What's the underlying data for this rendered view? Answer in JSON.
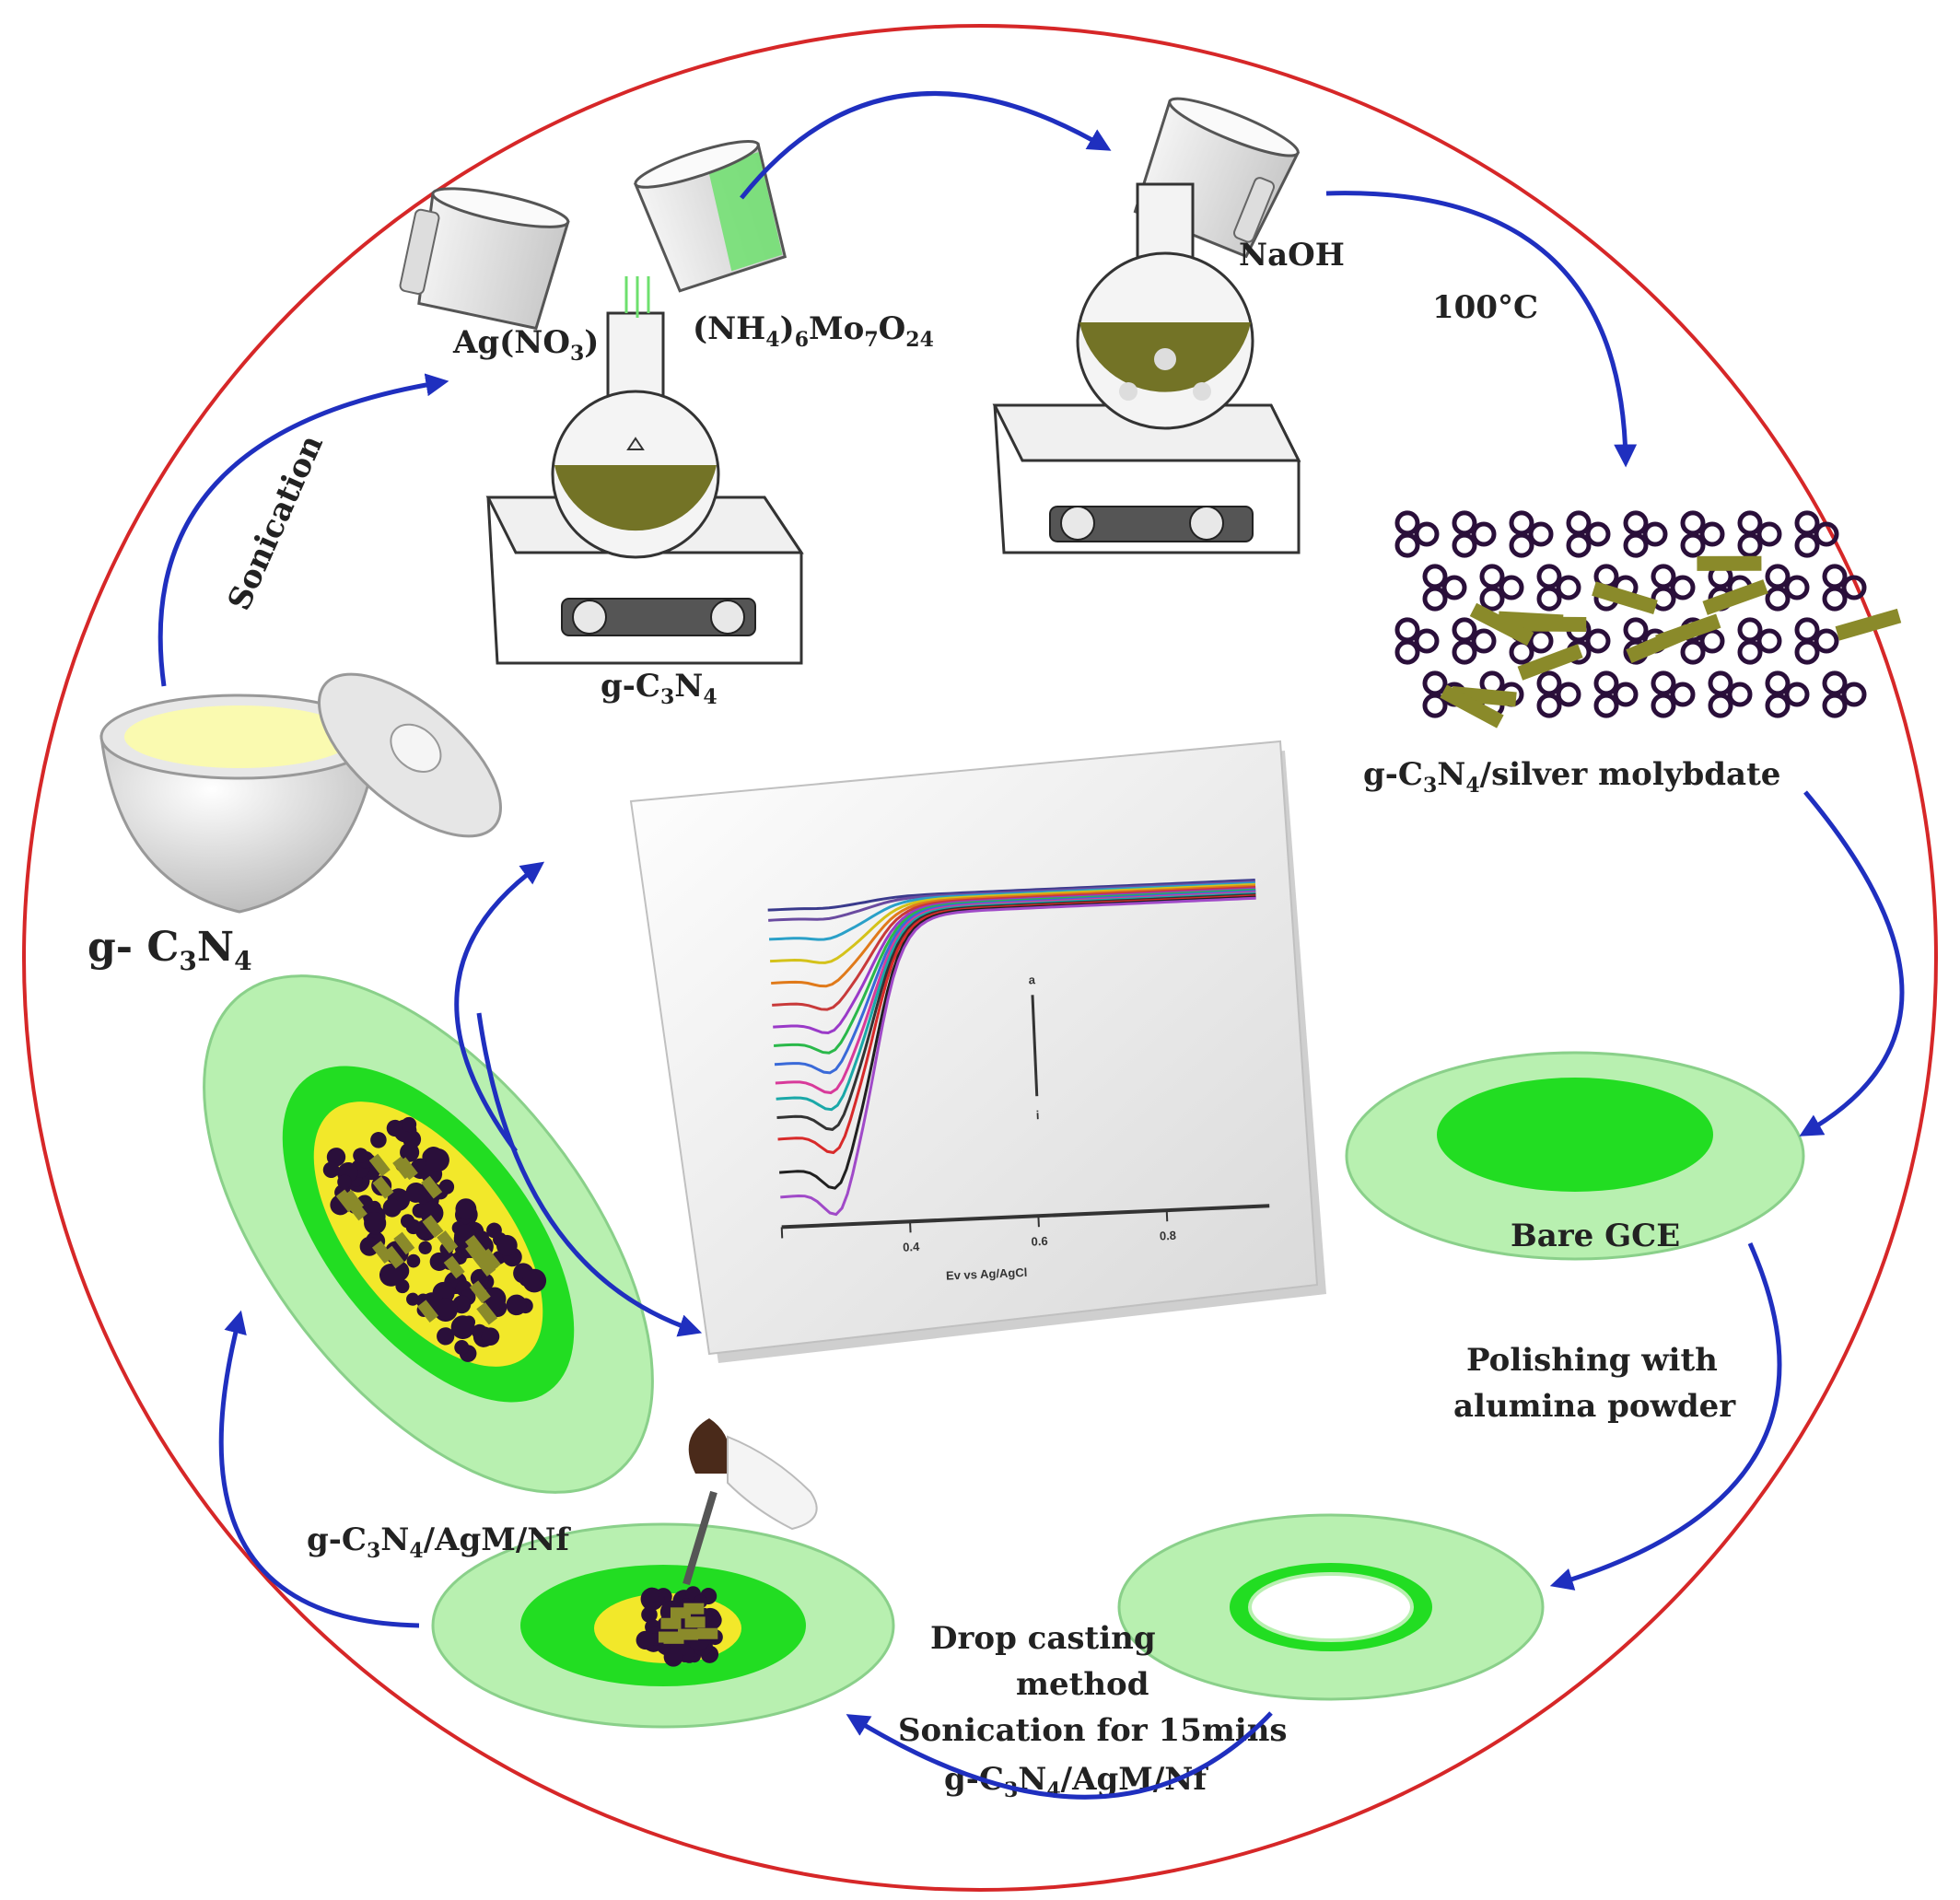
{
  "labels": {
    "ag_no3": [
      "Ag(NO",
      "3",
      ")"
    ],
    "ammonium_molybdate": [
      "(NH",
      "4",
      ")",
      "6",
      "Mo",
      "7",
      "O",
      "24"
    ],
    "naoh": "NaOH",
    "temp": "100°C",
    "sonication": "Sonication",
    "gcn_flask": [
      "g-C",
      "3",
      "N",
      "4"
    ],
    "gcn_crucible": [
      "g- C",
      "3",
      "N",
      "4"
    ],
    "gcn_silver": [
      "g-C",
      "3",
      "N",
      "4",
      "/silver molybdate"
    ],
    "bare_gce": "Bare GCE",
    "polishing_1": "Polishing with",
    "polishing_2": "alumina powder",
    "drop_1": "Drop casting",
    "drop_2": "method",
    "drop_3": "Sonication for 15mins",
    "drop_4": [
      "g-C",
      "3",
      "N",
      "4",
      "/AgM/Nf"
    ],
    "modified_1": [
      "g-C",
      "3",
      "N",
      "4",
      "/AgM/Nf"
    ]
  },
  "plot": {
    "xticks": [
      "",
      "0.4",
      "0.6",
      "0.8"
    ],
    "xlabel": "Ev vs Ag/AgCl",
    "arrow_top": "a",
    "arrow_bottom": "i"
  },
  "colors": {
    "circle": "#d62728",
    "arrow": "#1f2fbf",
    "liquid": "#6b6b1a",
    "electrode_outer": "#b8f0b0",
    "electrode_inner": "#22dd22",
    "coating": "#f2e82a",
    "composite": "#2a0f3a",
    "rods": "#8a8a2a"
  },
  "chart_data": {
    "type": "line",
    "title": "",
    "xlabel": "Ev vs Ag/AgCl",
    "ylabel": "",
    "x_ticks": [
      "",
      "0.4",
      "0.6",
      "0.8"
    ],
    "xlim": [
      0.2,
      0.96
    ],
    "ylim": [
      -1,
      0.1
    ],
    "series": [
      {
        "name": "",
        "color": "#3a3a8c",
        "step": 0.05,
        "amp": 0.03
      },
      {
        "name": "",
        "color": "#6a4ba0",
        "step": 0.045,
        "amp": 0.06
      },
      {
        "name": "",
        "color": "#2aa0c8",
        "step": 0.04,
        "amp": 0.12
      },
      {
        "name": "",
        "color": "#d4c21a",
        "step": 0.035,
        "amp": 0.19
      },
      {
        "name": "",
        "color": "#e07a1a",
        "step": 0.03,
        "amp": 0.26
      },
      {
        "name": "",
        "color": "#c83a3a",
        "step": 0.025,
        "amp": 0.33
      },
      {
        "name": "",
        "color": "#9a3ac8",
        "step": 0.02,
        "amp": 0.4
      },
      {
        "name": "",
        "color": "#2ab84a",
        "step": 0.016,
        "amp": 0.46
      },
      {
        "name": "",
        "color": "#3a6ad8",
        "step": 0.012,
        "amp": 0.52
      },
      {
        "name": "",
        "color": "#d83a9a",
        "step": 0.008,
        "amp": 0.58
      },
      {
        "name": "",
        "color": "#1aa8a8",
        "step": 0.004,
        "amp": 0.63
      },
      {
        "name": "",
        "color": "#333333",
        "step": 0.0,
        "amp": 0.69
      },
      {
        "name": "",
        "color": "#d82a2a",
        "step": -0.004,
        "amp": 0.76
      },
      {
        "name": "",
        "color": "#202020",
        "step": -0.008,
        "amp": 0.87
      },
      {
        "name": "",
        "color": "#a04ac8",
        "step": -0.012,
        "amp": 0.95
      }
    ]
  }
}
